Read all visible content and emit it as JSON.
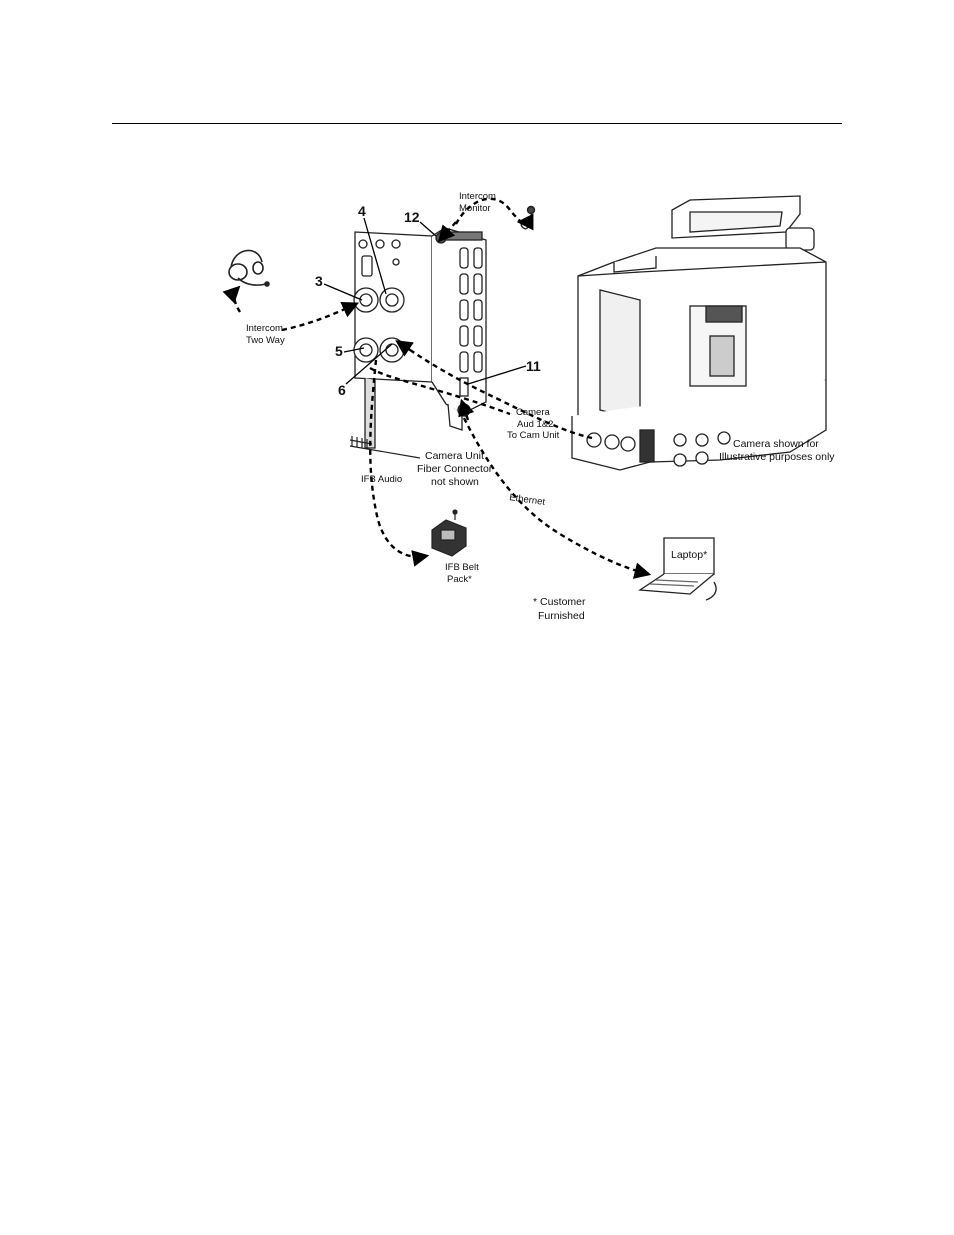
{
  "figure": {
    "callouts": {
      "n3": "3",
      "n4": "4",
      "n5": "5",
      "n6": "6",
      "n11": "11",
      "n12": "12"
    },
    "labels": {
      "intercom_monitor_1": "Intercom",
      "intercom_monitor_2": "Monitor",
      "intercom_two_way_1": "Intercom",
      "intercom_two_way_2": "Two Way",
      "camera_aud_1": "Camera",
      "camera_aud_2": "Aud 1&2",
      "camera_aud_3": "To Cam Unit",
      "camera_note_1": "Camera shown for",
      "camera_note_2": "Illustrative purposes only",
      "fiber_1": "Camera Unit",
      "fiber_2": "Fiber Connector",
      "fiber_3": "not shown",
      "ifb_audio": "IFB Audio",
      "ethernet": "Ethernet",
      "ifb_belt_1": "IFB Belt",
      "ifb_belt_2": "Pack*",
      "laptop": "Laptop*",
      "customer_1": "* Customer",
      "customer_2": "Furnished"
    },
    "icons": [
      "headset-icon",
      "earpiece-icon",
      "camera-unit-icon",
      "camcorder-icon",
      "belt-pack-icon",
      "laptop-icon"
    ]
  }
}
